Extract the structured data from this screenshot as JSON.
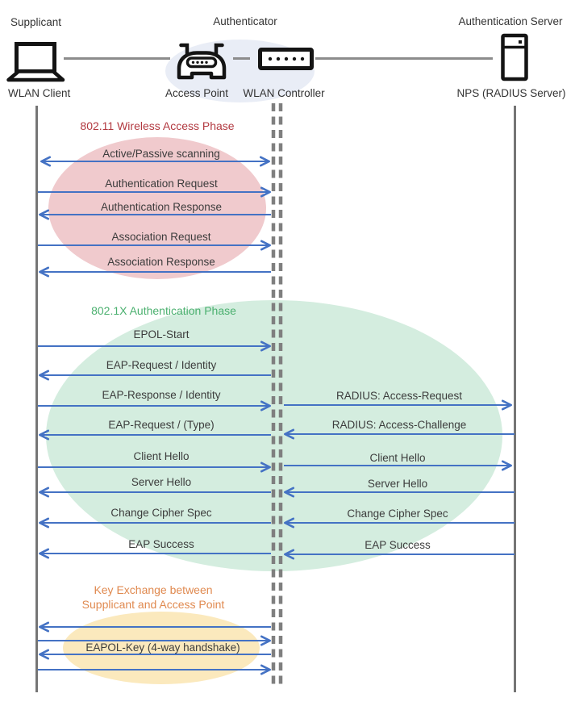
{
  "header": {
    "roles": [
      {
        "label": "Supplicant"
      },
      {
        "label": "Authenticator"
      },
      {
        "label": "Authentication Server"
      }
    ],
    "nodes": [
      {
        "label": "WLAN Client",
        "icon": "laptop-icon"
      },
      {
        "label": "Access Point",
        "icon": "access-point-icon"
      },
      {
        "label": "WLAN Controller",
        "icon": "wlan-controller-icon"
      },
      {
        "label": "NPS (RADIUS Server)",
        "icon": "server-icon"
      }
    ]
  },
  "phases": {
    "wireless_access": {
      "title": "802.11 Wireless Access Phase",
      "color": "#B23940",
      "ellipse_color": "#F0CACD"
    },
    "dot1x_auth": {
      "title": "802.1X Authentication Phase",
      "color": "#4BB06F",
      "ellipse_color": "#D4EDDF"
    },
    "key_exchange": {
      "line1": "Key Exchange between",
      "line2": "Supplicant and Access Point",
      "color": "#E08A50",
      "ellipse_color": "#FBE9BD"
    }
  },
  "messages": {
    "supplicant_controller": [
      {
        "label": "Active/Passive scanning",
        "direction": "both"
      },
      {
        "label": "Authentication Request",
        "direction": "right"
      },
      {
        "label": "Authentication Response",
        "direction": "left"
      },
      {
        "label": "Association Request",
        "direction": "right"
      },
      {
        "label": "Association Response",
        "direction": "left"
      },
      {
        "label": "EPOL-Start",
        "direction": "right"
      },
      {
        "label": "EAP-Request / Identity",
        "direction": "left"
      },
      {
        "label": "EAP-Response / Identity",
        "direction": "right"
      },
      {
        "label": "EAP-Request / (Type)",
        "direction": "left"
      },
      {
        "label": "Client Hello",
        "direction": "right"
      },
      {
        "label": "Server Hello",
        "direction": "left"
      },
      {
        "label": "Change Cipher Spec",
        "direction": "left"
      },
      {
        "label": "EAP Success",
        "direction": "left"
      },
      {
        "label": "EAPOL-Key (4-way handshake)",
        "direction": "both"
      }
    ],
    "controller_server": [
      {
        "label": "RADIUS: Access-Request",
        "direction": "right"
      },
      {
        "label": "RADIUS: Access-Challenge",
        "direction": "left"
      },
      {
        "label": "Client Hello",
        "direction": "right"
      },
      {
        "label": "Server Hello",
        "direction": "left"
      },
      {
        "label": "Change Cipher Spec",
        "direction": "left"
      },
      {
        "label": "EAP Success",
        "direction": "left"
      }
    ]
  },
  "colors": {
    "arrow_blue": "#4472C4",
    "lifeline_gray": "#757575",
    "dashed_gray": "#7F7F7F",
    "connector_gray": "#8C8C8C",
    "icon_black": "#141414",
    "phase_80211_red": "#B23940",
    "phase_8021x_green": "#4BB06F",
    "phase_keyexchange_orange": "#E08A50",
    "ellipse_pink": "#F0CACD",
    "ellipse_green": "#D4EDDF",
    "ellipse_yellow": "#FBE9BD",
    "ellipse_blue": "#E9EDF6",
    "text_dark": "#333333",
    "message_text": "#3C3C3C",
    "background": "#FFFFFF"
  }
}
